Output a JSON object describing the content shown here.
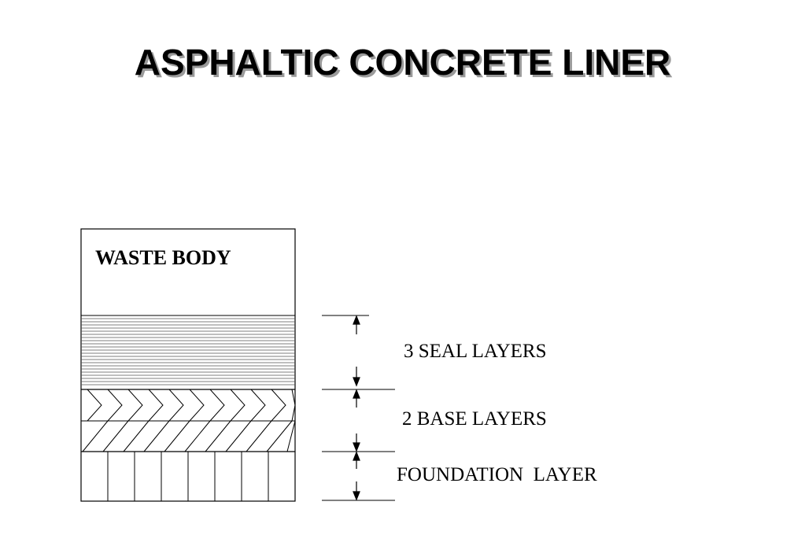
{
  "title": "ASPHALTIC CONCRETE LINER",
  "layers": {
    "waste": "WASTE BODY",
    "seal": "3 SEAL LAYERS",
    "base": "2 BASE LAYERS",
    "foundation": "FOUNDATION  LAYER"
  },
  "colors": {
    "ink": "#000000",
    "shadow": "#9a9a9a",
    "hatch": "#444444"
  }
}
